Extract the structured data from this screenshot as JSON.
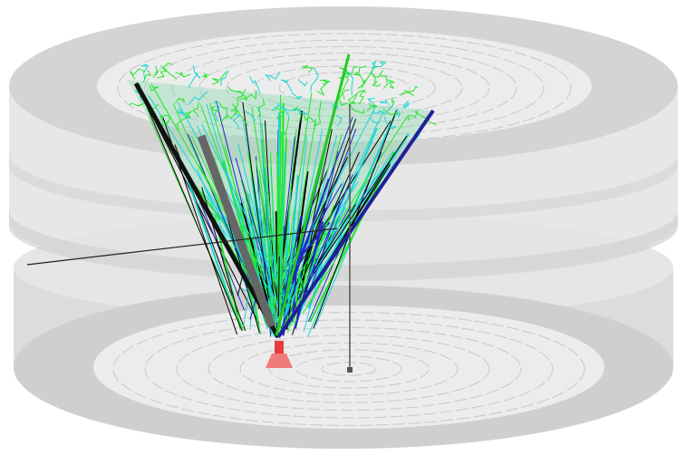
{
  "scene": {
    "colors": {
      "background": "#ffffff",
      "cylinder_light": "#ececec",
      "cylinder_mid": "#dedede",
      "cylinder_dark": "#cfcfcf",
      "disk_inner": "#ededed",
      "ring_dash": "#ffffff",
      "track_cyan": "#19d6d6",
      "track_green": "#22e62a",
      "track_blue": "#2323c8",
      "track_black": "#000000",
      "track_gray": "#6a6a6a",
      "source_red": "#f25050",
      "axis_line": "#333333",
      "detector_tube": "#888888"
    },
    "objects": [
      {
        "name": "upper-detector-cylinder",
        "kind": "cylinder"
      },
      {
        "name": "lower-detector-cylinder",
        "kind": "cylinder"
      },
      {
        "name": "particle-shower-cone",
        "kind": "track-bundle"
      },
      {
        "name": "beam-source-marker",
        "kind": "marker"
      },
      {
        "name": "vertical-probe-line",
        "kind": "line"
      },
      {
        "name": "incident-track-line",
        "kind": "line"
      }
    ]
  }
}
